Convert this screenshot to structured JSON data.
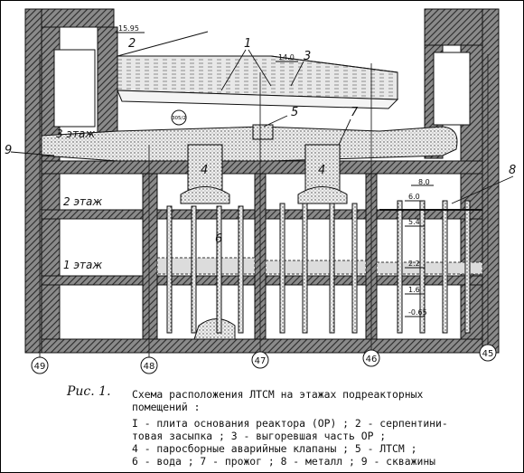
{
  "floors": {
    "floor3": "3 этаж",
    "floor2": "2 этаж",
    "floor1": "1 этаж"
  },
  "elevations": {
    "top": "15.95",
    "slab": "14.0",
    "e8": "8.0",
    "e6": "6.0",
    "e54": "5.4",
    "e22": "2.2",
    "e16": "1.6",
    "e065": "-0.65"
  },
  "markers": {
    "m1": "1",
    "m2": "2",
    "m3": "3",
    "m4a": "4",
    "m4b": "4",
    "m5": "5",
    "m6": "6",
    "m7": "7",
    "m8": "8",
    "m9": "9",
    "room": "305/2"
  },
  "axes": [
    "49",
    "48",
    "47",
    "46",
    "45"
  ],
  "caption": {
    "fig_label": "Рис. 1.",
    "lines": [
      "Схема расположения ЛТСМ на этажах подреакторных",
      "помещений :",
      "I - плита основания реактора (ОР) ; 2 - серпентини-",
      "товая засыпка ; 3 - выгоревшая часть ОР ;",
      "4 - пароcборные аварийные клапаны ; 5 - ЛТСМ ;",
      "6 - вода ; 7 - прожог ; 8 - металл ; 9 - скважины"
    ]
  },
  "colors": {
    "ink": "#1a1a1a",
    "wall": "#4a4a4a",
    "wall_light": "#9a9a9a",
    "water": "#d6d6d6",
    "lava": "#cfcfcf",
    "paper": "#ffffff"
  }
}
